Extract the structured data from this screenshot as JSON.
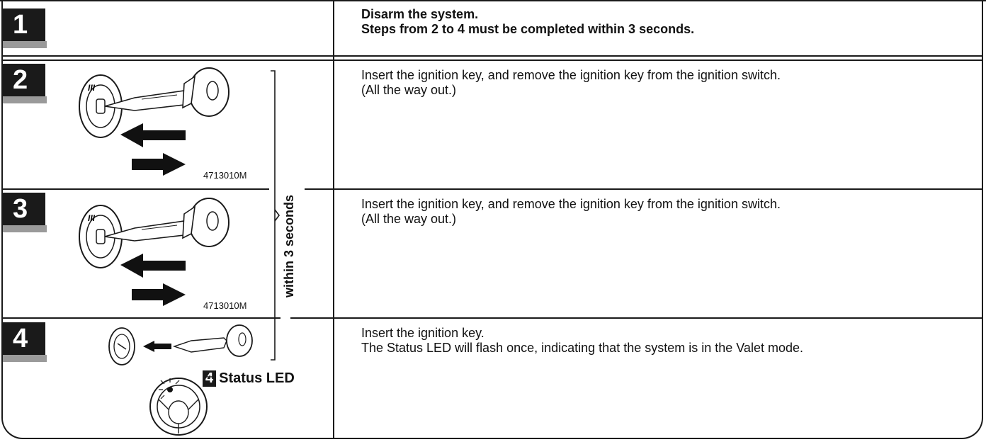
{
  "steps": [
    {
      "number": "1",
      "lines": [
        "Disarm the system.",
        "Steps from 2 to 4 must be completed within 3 seconds."
      ]
    },
    {
      "number": "2",
      "lines": [
        "Insert the ignition key, and remove the ignition key from the ignition switch.",
        "(All the way out.)"
      ],
      "figure_code": "4713010M"
    },
    {
      "number": "3",
      "lines": [
        "Insert the ignition key, and remove the ignition key from the ignition switch.",
        "(All the way out.)"
      ],
      "figure_code": "4713010M"
    },
    {
      "number": "4",
      "lines": [
        "Insert the ignition key.",
        "The Status LED will flash once, indicating that the system is in the Valet mode."
      ]
    }
  ],
  "bracket_label": "within 3 seconds",
  "status_led": {
    "number": "4",
    "label": "Status LED"
  }
}
